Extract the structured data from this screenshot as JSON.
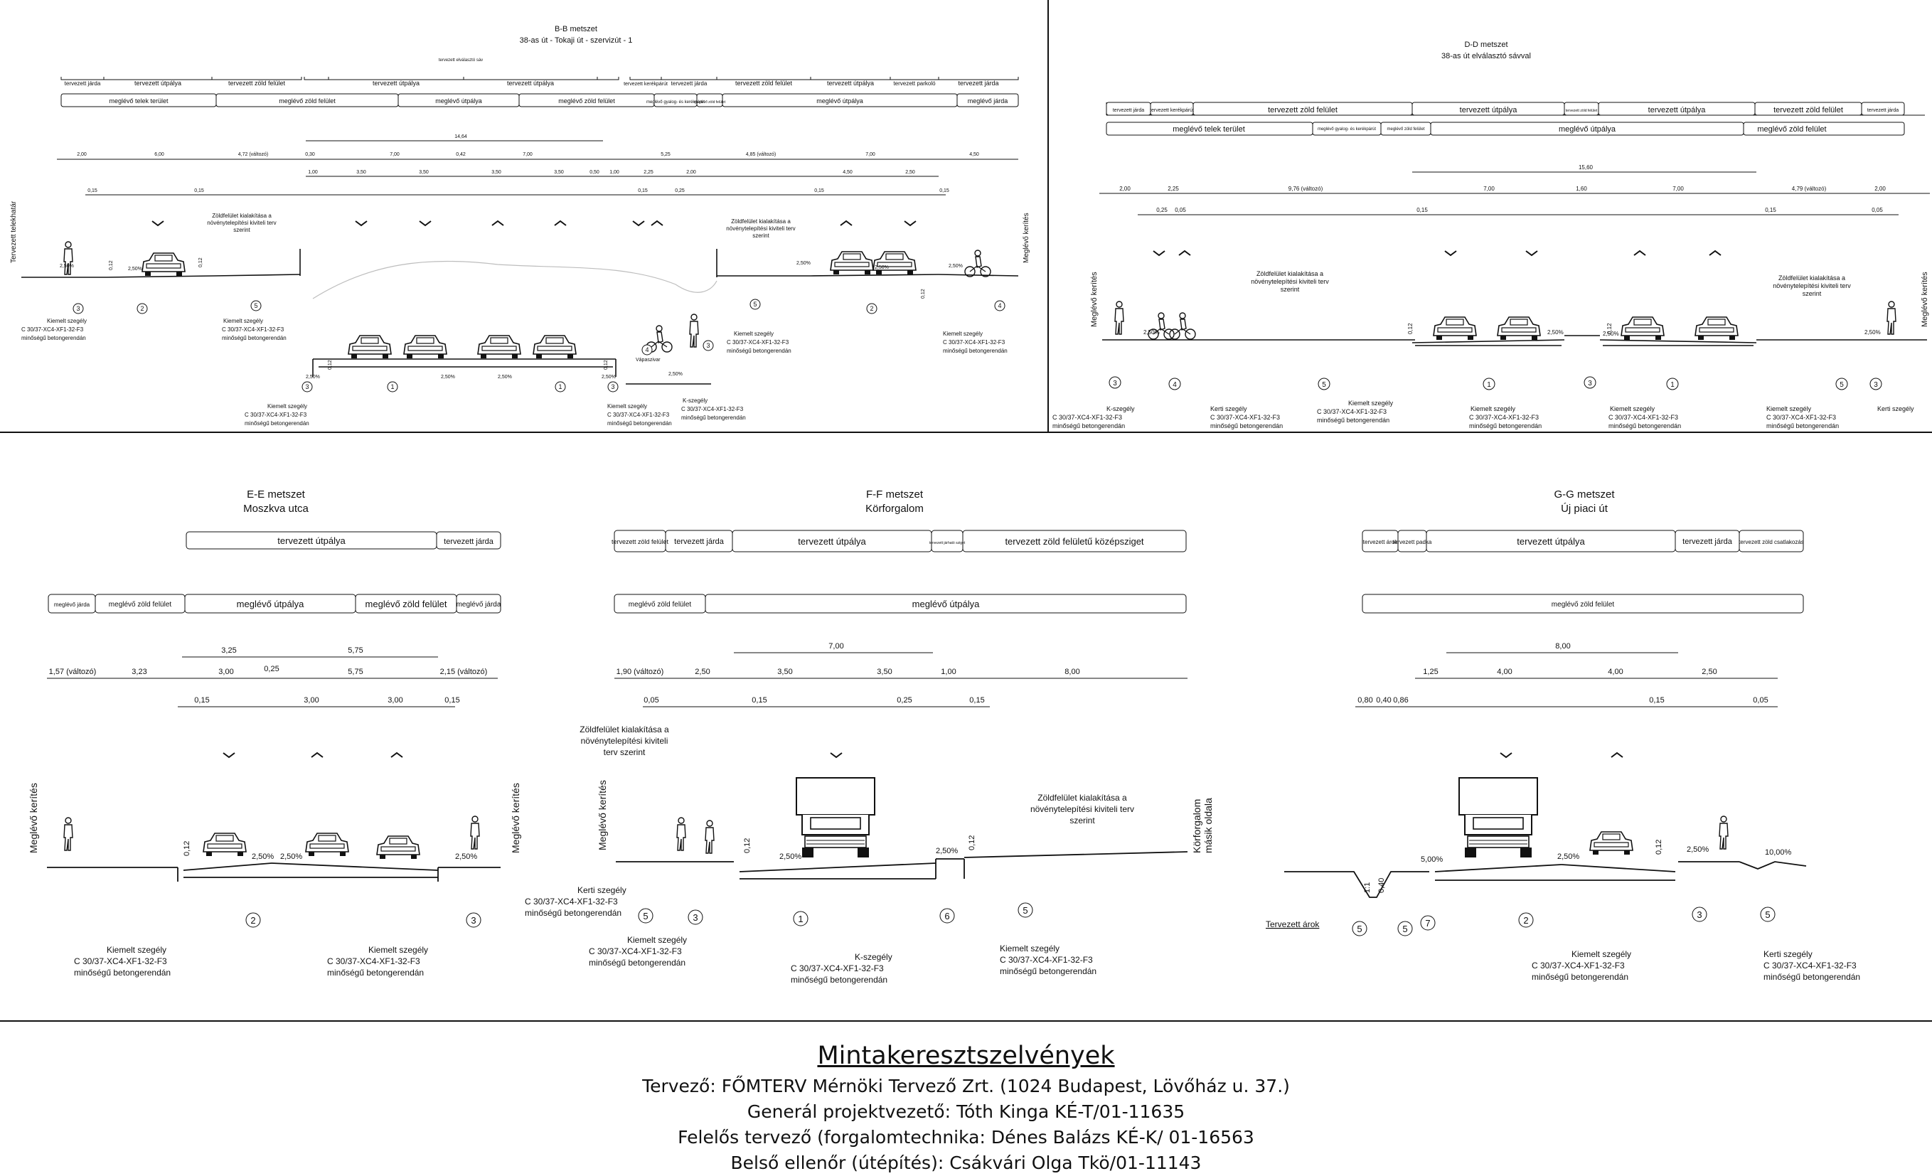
{
  "colors": {
    "line": "#111111",
    "faint": "#bdbdbd",
    "background": "#ffffff"
  },
  "sections": [
    {
      "id": "bb",
      "title": "B-B metszet",
      "subtitle": "38-as út - Tokaji út - szervizút - 1",
      "tervezett": [
        {
          "label": "tervezett járda"
        },
        {
          "label": "tervezett útpálya"
        },
        {
          "label": "tervezett zöld felület"
        },
        {
          "label": "tervezett elválasztó sáv"
        },
        {
          "label": "tervezett útpálya"
        },
        {
          "label": "tervezett útpálya"
        },
        {
          "label": "tervezett kerékpárút"
        },
        {
          "label": "tervezett járda"
        },
        {
          "label": "tervezett zöld felület"
        },
        {
          "label": "tervezett útpálya"
        },
        {
          "label": "tervezett parkoló"
        },
        {
          "label": "tervezett járda"
        }
      ],
      "meglevo": [
        {
          "label": "meglévő telek terület"
        },
        {
          "label": "meglévő zöld felület"
        },
        {
          "label": "meglévő útpálya"
        },
        {
          "label": "meglévő zöld felület"
        },
        {
          "label": "meglévő gyalog- és kerékpárút"
        },
        {
          "label": "meglévő zöld felület"
        },
        {
          "label": "meglévő útpálya"
        },
        {
          "label": "meglévő járda"
        }
      ],
      "dims_total": "14,64",
      "dims_row1": [
        {
          "t": "2,00"
        },
        {
          "t": "6,00"
        },
        {
          "t": "4,72 (változó)"
        },
        {
          "t": "0,30"
        },
        {
          "t": "7,00"
        },
        {
          "t": "0,42"
        },
        {
          "t": "7,00"
        },
        {
          "t": "5,25"
        },
        {
          "t": "4,85 (változó)"
        },
        {
          "t": "7,00"
        },
        {
          "t": "4,50"
        }
      ],
      "dims_row2": [
        {
          "t": "1,00"
        },
        {
          "t": "3,50"
        },
        {
          "t": "3,50"
        },
        {
          "t": "3,50"
        },
        {
          "t": "3,50"
        },
        {
          "t": "0,50"
        },
        {
          "t": "1,00"
        },
        {
          "t": "2,25"
        },
        {
          "t": "2,00"
        },
        {
          "t": "4,50"
        },
        {
          "t": "2,50"
        }
      ],
      "dims_row3": [
        {
          "t": "0,15"
        },
        {
          "t": "0,15"
        },
        {
          "t": "0,15"
        },
        {
          "t": "0,25"
        },
        {
          "t": "0,15"
        },
        {
          "t": "0,15"
        }
      ],
      "notes": [
        {
          "t": "Zöldfelület kialakítása a"
        },
        {
          "t": "növénytelepítési kiviteli terv"
        },
        {
          "t": "szerint"
        }
      ],
      "notes2": [
        {
          "t": "Zöldfelület kialakítása a"
        },
        {
          "t": "növénytelepítési kiviteli terv"
        },
        {
          "t": "szerint"
        }
      ],
      "slopes": [
        {
          "t": "2,50%"
        },
        {
          "t": "2,50%"
        },
        {
          "t": "2,50%"
        },
        {
          "t": "2,50%"
        },
        {
          "t": "2,50%"
        },
        {
          "t": "2,50%"
        },
        {
          "t": "2,50%"
        },
        {
          "t": "2,50%"
        },
        {
          "t": "2,50%"
        },
        {
          "t": "2,50%"
        }
      ],
      "h": [
        {
          "t": "0,12"
        },
        {
          "t": "0,12"
        },
        {
          "t": "0,12"
        },
        {
          "t": "0,12"
        },
        {
          "t": "0,12"
        }
      ],
      "fence_left": "Tervezett telekhatár",
      "fence_right": "Meglévő kerítés",
      "kiemelt": "Kiemelt szegély",
      "kszegely": "K-szegély",
      "concrete1": "C 30/37-XC4-XF1-32-F3",
      "concrete2": "minőségű betongerendán",
      "valapar": "Vápaszivar",
      "numbers": [
        {
          "n": "3"
        },
        {
          "n": "2"
        },
        {
          "n": "5"
        },
        {
          "n": "3"
        },
        {
          "n": "1"
        },
        {
          "n": "1"
        },
        {
          "n": "3"
        },
        {
          "n": "4"
        },
        {
          "n": "3"
        },
        {
          "n": "5"
        },
        {
          "n": "2"
        },
        {
          "n": "4"
        }
      ]
    },
    {
      "id": "dd",
      "title": "D-D metszet",
      "subtitle": "38-as út elválasztó sávval",
      "tervezett": [
        {
          "label": "tervezett járda"
        },
        {
          "label": "tervezett kerékpárút"
        },
        {
          "label": "tervezett zöld felület"
        },
        {
          "label": "tervezett útpálya"
        },
        {
          "label": "tervezett zöld felület"
        },
        {
          "label": "tervezett útpálya"
        },
        {
          "label": "tervezett zöld felület"
        },
        {
          "label": "tervezett járda"
        }
      ],
      "meglevo": [
        {
          "label": "meglévő telek terület"
        },
        {
          "label": "meglévő gyalog- és kerékpárút"
        },
        {
          "label": "meglévő zöld felület"
        },
        {
          "label": "meglévő útpálya"
        },
        {
          "label": "meglévő zöld felület"
        }
      ],
      "dims_total": "15,60",
      "dims_row1": [
        {
          "t": "2,00"
        },
        {
          "t": "2,25"
        },
        {
          "t": "9,76 (változó)"
        },
        {
          "t": "7,00"
        },
        {
          "t": "1,60"
        },
        {
          "t": "7,00"
        },
        {
          "t": "4,79 (változó)"
        },
        {
          "t": "2,00"
        }
      ],
      "dims_row2": [
        {
          "t": "0,25"
        },
        {
          "t": "0,05"
        },
        {
          "t": "0,15"
        },
        {
          "t": "0,15"
        },
        {
          "t": "0,05"
        }
      ],
      "notes": [
        {
          "t": "Zöldfelület kialakítása a"
        },
        {
          "t": "növénytelepítési kiviteli terv"
        },
        {
          "t": "szerint"
        }
      ],
      "notes2": [
        {
          "t": "Zöldfelület kialakítása a"
        },
        {
          "t": "növénytelepítési kiviteli terv"
        },
        {
          "t": "szerint"
        }
      ],
      "slopes": [
        {
          "t": "2,50%"
        },
        {
          "t": "2,50%"
        },
        {
          "t": "2,50%"
        },
        {
          "t": "2,50%"
        }
      ],
      "h": [
        {
          "t": "0,12"
        },
        {
          "t": "0,12"
        }
      ],
      "fence_left": "Meglévő kerítés",
      "fence_right": "Meglévő kerítés",
      "labels": [
        {
          "t": "K-szegély"
        },
        {
          "t": "Kerti szegély"
        },
        {
          "t": "Kiemelt szegély"
        },
        {
          "t": "Kiemelt szegély"
        },
        {
          "t": "Kiemelt szegély"
        },
        {
          "t": "Kiemelt szegély"
        },
        {
          "t": "Kerti szegély"
        }
      ],
      "numbers": [
        {
          "n": "3"
        },
        {
          "n": "4"
        },
        {
          "n": "5"
        },
        {
          "n": "1"
        },
        {
          "n": "3"
        },
        {
          "n": "1"
        },
        {
          "n": "5"
        },
        {
          "n": "3"
        }
      ]
    },
    {
      "id": "ee",
      "title": "E-E metszet",
      "subtitle": "Moszkva utca",
      "tervezett": [
        {
          "label": "tervezett útpálya"
        },
        {
          "label": "tervezett járda"
        }
      ],
      "meglevo": [
        {
          "label": "meglévő járda"
        },
        {
          "label": "meglévő zöld felület"
        },
        {
          "label": "meglévő útpálya"
        },
        {
          "label": "meglévő zöld felület"
        },
        {
          "label": "meglévő járda"
        }
      ],
      "dims_top": [
        {
          "t": "3,25"
        },
        {
          "t": "5,75"
        }
      ],
      "dims_row1": [
        {
          "t": "1,57 (változó)"
        },
        {
          "t": "3,23"
        },
        {
          "t": "3,00"
        },
        {
          "t": "0,25"
        },
        {
          "t": "5,75"
        },
        {
          "t": "2,15 (változó)"
        }
      ],
      "dims_row2": [
        {
          "t": "0,15"
        },
        {
          "t": "3,00"
        },
        {
          "t": "3,00"
        },
        {
          "t": "0,15"
        }
      ],
      "slopes": [
        {
          "t": "2,50%"
        },
        {
          "t": "2,50%"
        },
        {
          "t": "2,50%"
        }
      ],
      "h": [
        {
          "t": "0,12"
        }
      ],
      "fence_left": "Meglévő kerítés",
      "fence_right": "Meglévő kerítés",
      "labels": [
        {
          "t": "Kiemelt szegély"
        },
        {
          "t": "Kiemelt szegély"
        }
      ],
      "numbers": [
        {
          "n": "2"
        },
        {
          "n": "3"
        }
      ]
    },
    {
      "id": "ff",
      "title": "F-F metszet",
      "subtitle": "Körforgalom",
      "tervezett": [
        {
          "label": "tervezett zöld felület"
        },
        {
          "label": "tervezett járda"
        },
        {
          "label": "tervezett útpálya"
        },
        {
          "label": "tervezett járható sziget"
        },
        {
          "label": "tervezett zöld felületű középsziget"
        }
      ],
      "meglevo": [
        {
          "label": "meglévő zöld felület"
        },
        {
          "label": "meglévő útpálya"
        }
      ],
      "dims_top": [
        {
          "t": "7,00"
        }
      ],
      "dims_row1": [
        {
          "t": "1,90 (változó)"
        },
        {
          "t": "2,50"
        },
        {
          "t": "3,50"
        },
        {
          "t": "3,50"
        },
        {
          "t": "1,00"
        },
        {
          "t": "8,00"
        }
      ],
      "dims_row2": [
        {
          "t": "0,05"
        },
        {
          "t": "0,15"
        },
        {
          "t": "0,25"
        },
        {
          "t": "0,15"
        }
      ],
      "notes": [
        {
          "t": "Zöldfelület kialakítása a"
        },
        {
          "t": "növénytelepítési kiviteli"
        },
        {
          "t": "terv szerint"
        }
      ],
      "notes2": [
        {
          "t": "Zöldfelület kialakítása a"
        },
        {
          "t": "növénytelepítési kiviteli terv"
        },
        {
          "t": "szerint"
        }
      ],
      "slopes": [
        {
          "t": "2,50%"
        },
        {
          "t": "2,50%"
        }
      ],
      "h": [
        {
          "t": "0,12"
        },
        {
          "t": "0,12"
        }
      ],
      "fence_left": "Meglévő kerítés",
      "fence_right1": "Körforgalom",
      "fence_right2": "másik oldala",
      "labels": [
        {
          "t": "Kerti szegély"
        },
        {
          "t": "Kiemelt szegély"
        },
        {
          "t": "K-szegély"
        },
        {
          "t": "Kiemelt szegély"
        }
      ],
      "numbers": [
        {
          "n": "5"
        },
        {
          "n": "3"
        },
        {
          "n": "1"
        },
        {
          "n": "6"
        },
        {
          "n": "5"
        }
      ]
    },
    {
      "id": "gg",
      "title": "G-G metszet",
      "subtitle": "Új piaci út",
      "tervezett": [
        {
          "label": "tervezett árok"
        },
        {
          "label": "tervezett padka"
        },
        {
          "label": "tervezett útpálya"
        },
        {
          "label": "tervezett járda"
        },
        {
          "label": "tervezett zöld csatlakozás"
        }
      ],
      "meglevo": [
        {
          "label": "meglévő zöld felület"
        }
      ],
      "dims_top": [
        {
          "t": "8,00"
        }
      ],
      "dims_row1": [
        {
          "t": "1,25"
        },
        {
          "t": "4,00"
        },
        {
          "t": "4,00"
        },
        {
          "t": "2,50"
        }
      ],
      "dims_row2": [
        {
          "t": "0,80"
        },
        {
          "t": "0,40"
        },
        {
          "t": "0,86"
        },
        {
          "t": "0,15"
        },
        {
          "t": "0,05"
        }
      ],
      "slopes": [
        {
          "t": "5,00%"
        },
        {
          "t": "2,50%"
        },
        {
          "t": "2,50%"
        },
        {
          "t": "10,00%"
        }
      ],
      "h": [
        {
          "t": "0,40"
        },
        {
          "t": "1:1"
        },
        {
          "t": "0,12"
        }
      ],
      "arok": "Tervezett árok",
      "labels": [
        {
          "t": "Kiemelt szegély"
        },
        {
          "t": "Kerti szegély"
        }
      ],
      "numbers": [
        {
          "n": "5"
        },
        {
          "n": "5"
        },
        {
          "n": "7"
        },
        {
          "n": "2"
        },
        {
          "n": "3"
        },
        {
          "n": "5"
        }
      ]
    }
  ],
  "footer": {
    "title": "Mintakeresztszelvények",
    "line1": "Tervező: FŐMTERV Mérnöki Tervező Zrt. (1024 Budapest, Lövőház u. 37.)",
    "line2": "Generál projektvezető: Tóth Kinga KÉ-T/01-11635",
    "line3": "Felelős tervező (forgalomtechnika: Dénes Balázs KÉ-K/ 01-16563",
    "line4": "Belső ellenőr (útépítés): Csákvári Olga Tkö/01-11143"
  }
}
